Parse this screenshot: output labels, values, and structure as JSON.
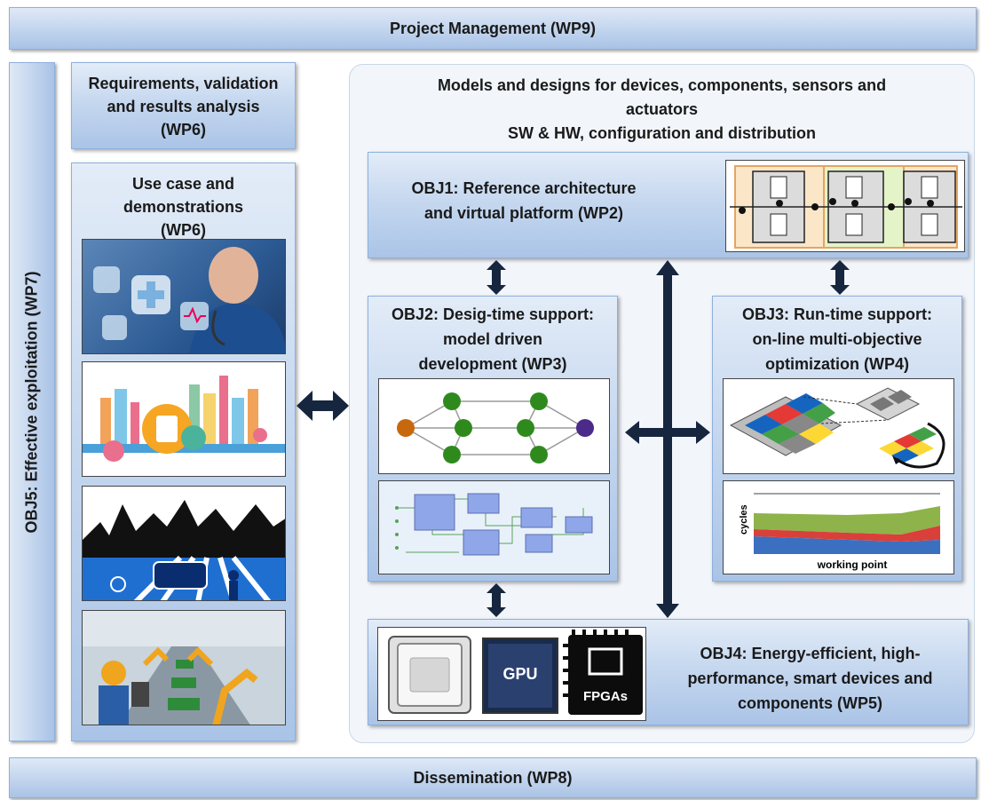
{
  "header": {
    "label": "Project Management (WP9)"
  },
  "footer": {
    "label": "Dissemination (WP8)"
  },
  "left_bar": {
    "label": "OBJ5: Effective exploitation (WP7)"
  },
  "requirements": {
    "label": "Requirements, validation and results analysis (WP6)"
  },
  "use_cases": {
    "label": "Use case and demonstrations (WP6)"
  },
  "models": {
    "line1": "Models and designs for devices, components, sensors and",
    "line2": "actuators",
    "line3": "SW & HW, configuration  and distribution"
  },
  "obj1": {
    "line1": "OBJ1: Reference architecture",
    "line2": "and virtual platform (WP2)"
  },
  "obj2": {
    "line1": "OBJ2: Desig-time support:",
    "line2": "model driven",
    "line3": "development (WP3)"
  },
  "obj3": {
    "line1": "OBJ3: Run-time support:",
    "line2": "on-line multi-objective",
    "line3": "optimization (WP4)"
  },
  "obj4": {
    "line1": "OBJ4: Energy-efficient, high-",
    "line2": "performance, smart devices and",
    "line3": "components (WP5)"
  },
  "chart": {
    "ylabel": "cycles",
    "xlabel": "working point"
  },
  "chips": {
    "gpu": "GPU",
    "fpga": "FPGAs"
  },
  "colors": {
    "accent": "#a9c3e6",
    "arrow": "#16263f"
  }
}
